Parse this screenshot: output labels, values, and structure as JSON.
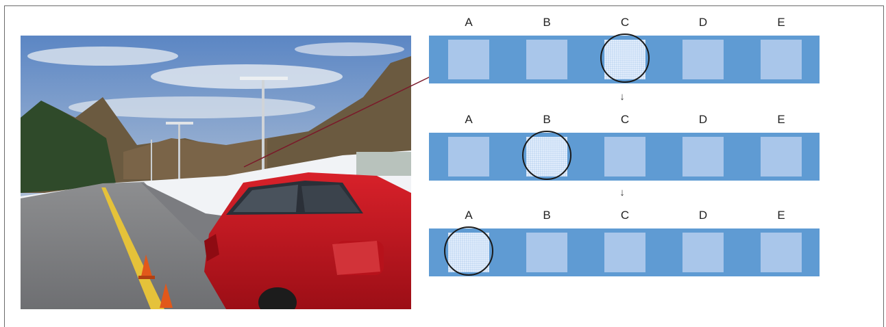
{
  "columns": [
    "A",
    "B",
    "C",
    "D",
    "E"
  ],
  "rows": [
    {
      "highlighted": "C"
    },
    {
      "highlighted": "B"
    },
    {
      "highlighted": "A"
    }
  ],
  "arrow_glyph": "↓",
  "colors": {
    "strip": "#5f9bd3",
    "cell": "#a9c6ea",
    "highlight": "#c7dcf4",
    "pointer_line": "#7a1a2a",
    "car": "#c8141e",
    "cone": "#e2581a"
  }
}
